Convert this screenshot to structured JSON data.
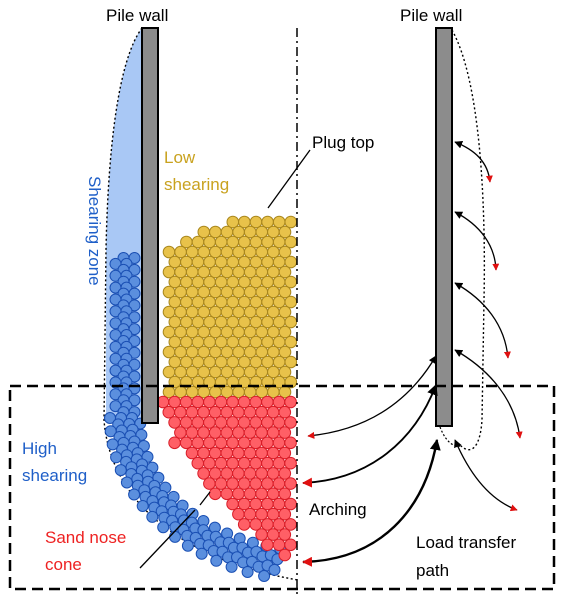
{
  "labels": {
    "pile_wall_left": "Pile wall",
    "pile_wall_right": "Pile wall",
    "low_shearing_line1": "Low",
    "low_shearing_line2": "shearing",
    "plug_top": "Plug top",
    "shearing_zone": "Shearing zone",
    "high_shearing_line1": "High",
    "high_shearing_line2": "shearing",
    "sand_nose_line1": "Sand nose",
    "sand_nose_line2": "cone",
    "arching": "Arching",
    "load_transfer_line1": "Load transfer",
    "load_transfer_line2": "path"
  },
  "colors": {
    "background": "#ffffff",
    "pile_wall": "#8c8c8c",
    "shear_zone_fill": "#a9c8f5",
    "blue_particle_fill": "#5b8fde",
    "blue_particle_stroke": "#1a4fb3",
    "yellow_particle_fill": "#e8c24a",
    "yellow_particle_stroke": "#a8861c",
    "red_particle_fill": "#ff5f66",
    "red_particle_stroke": "#d81d28",
    "blue_text": "#1f5fc8",
    "yellow_text": "#c9a21f",
    "red_text": "#ee2222",
    "arrow_red": "#e01010",
    "line_black": "#000000"
  }
}
